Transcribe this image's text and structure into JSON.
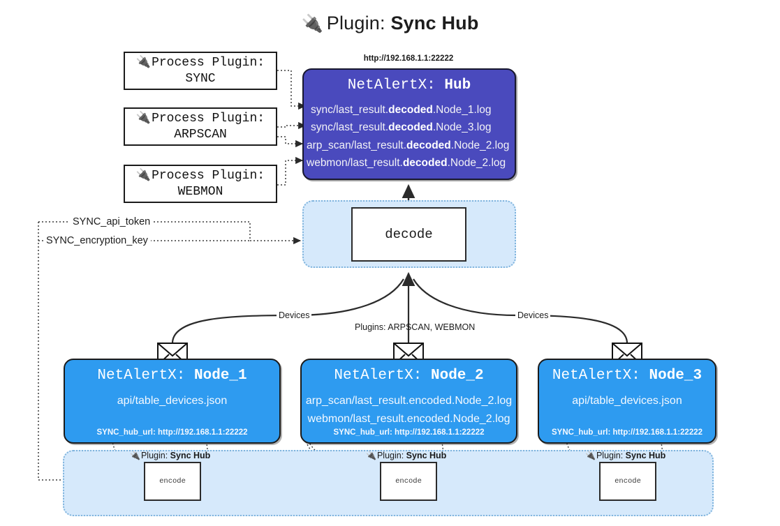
{
  "title": {
    "plug_icon": "plug-icon",
    "prefix": "Plugin:",
    "name": "Sync Hub"
  },
  "process_plugins": [
    {
      "line1": "Process Plugin:",
      "line2": "SYNC"
    },
    {
      "line1": "Process Plugin:",
      "line2": "ARPSCAN"
    },
    {
      "line1": "Process Plugin:",
      "line2": "WEBMON"
    }
  ],
  "hub": {
    "url": "http://192.168.1.1:22222",
    "header_prefix": "NetAlertX:",
    "header_name": "Hub",
    "rows": [
      {
        "pre": "sync/last_result.",
        "strong": "decoded",
        "post": ".Node_1.log"
      },
      {
        "pre": "sync/last_result.",
        "strong": "decoded",
        "post": ".Node_3.log"
      },
      {
        "pre": "arp_scan/last_result.",
        "strong": "decoded",
        "post": ".Node_2.log"
      },
      {
        "pre": "webmon/last_result.",
        "strong": "decoded",
        "post": ".Node_2.log"
      }
    ]
  },
  "decode": {
    "label": "decode"
  },
  "secrets": {
    "api_token": "SYNC_api_token",
    "encryption_key": "SYNC_encryption_key"
  },
  "edges": {
    "devices_left": "Devices",
    "devices_right": "Devices",
    "plugins_center": "Plugins: ARPSCAN, WEBMON"
  },
  "nodes": [
    {
      "header_prefix": "NetAlertX:",
      "header_name": "Node_1",
      "lines": [
        "api/table_devices.json"
      ],
      "footer": "SYNC_hub_url: http://192.168.1.1:22222",
      "envelope_icon": "envelope-icon"
    },
    {
      "header_prefix": "NetAlertX:",
      "header_name": "Node_2",
      "lines": [
        "arp_scan/last_result.encoded.Node_2.log",
        "webmon/last_result.encoded.Node_2.log"
      ],
      "footer": "SYNC_hub_url: http://192.168.1.1:22222",
      "envelope_icon": "envelope-icon"
    },
    {
      "header_prefix": "NetAlertX:",
      "header_name": "Node_3",
      "lines": [
        "api/table_devices.json"
      ],
      "footer": "SYNC_hub_url: http://192.168.1.1:22222",
      "envelope_icon": "envelope-icon"
    }
  ],
  "encoders": [
    {
      "plugin_prefix": "Plugin:",
      "plugin_name": "Sync Hub",
      "label": "encode"
    },
    {
      "plugin_prefix": "Plugin:",
      "plugin_name": "Sync Hub",
      "label": "encode"
    },
    {
      "plugin_prefix": "Plugin:",
      "plugin_name": "Sync Hub",
      "label": "encode"
    }
  ],
  "colors": {
    "hub_fill": "#4a4abd",
    "node_fill": "#2e9bf0",
    "region_fill": "#d6e9fb",
    "region_border": "#7fb4dd",
    "stroke": "#2b2b2b"
  }
}
